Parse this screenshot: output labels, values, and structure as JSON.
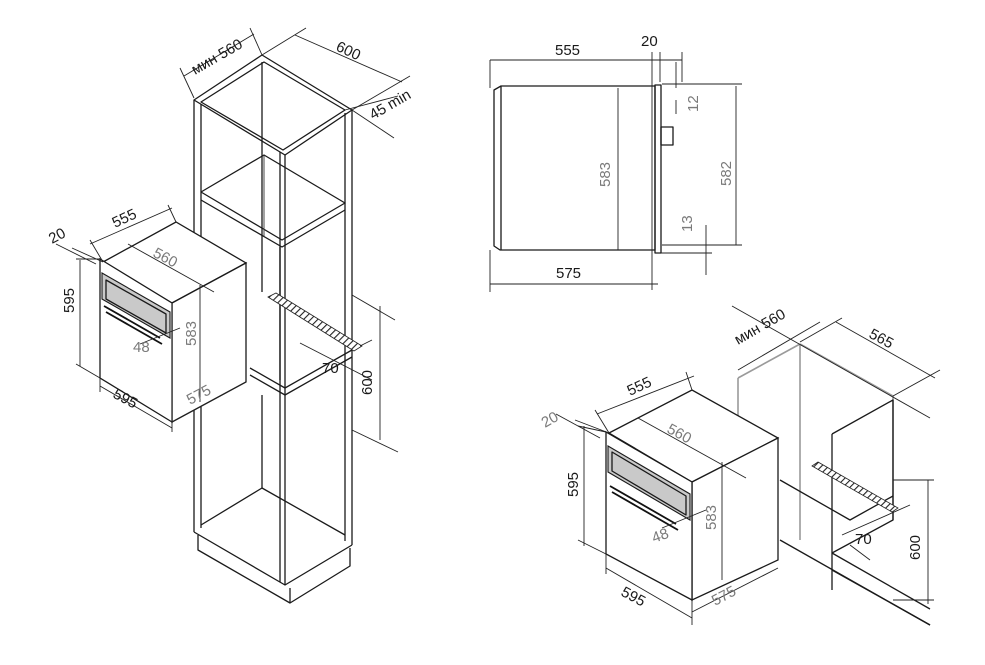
{
  "labels": {
    "cab_min_width": "мин 560",
    "cab_depth": "600",
    "cab_gap": "45 min",
    "cab_height": "600",
    "cab_vent": "70",
    "a_front_offset": "20",
    "a_top_depth": "555",
    "a_inner_width": "560",
    "a_height": "595",
    "a_inner_height": "583",
    "a_handle": "48",
    "a_width": "595",
    "a_depth": "575",
    "s_depth": "555",
    "s_front": "20",
    "s_top_offset": "12",
    "s_body_height": "583",
    "s_total_height": "582",
    "s_bottom_offset": "13",
    "s_bottom_depth": "575",
    "b_front_offset": "20",
    "b_top_depth": "555",
    "b_inner_width": "560",
    "b_height": "595",
    "b_inner_height": "583",
    "b_handle": "48",
    "b_width": "595",
    "b_depth": "575",
    "n_min_width": "мин 560",
    "n_depth": "565",
    "n_vent": "70",
    "n_height": "600"
  },
  "colors": {
    "line": "#1a1a1a",
    "gray_label": "#7a7a7a",
    "panel_fill": "#c9c9c9"
  }
}
